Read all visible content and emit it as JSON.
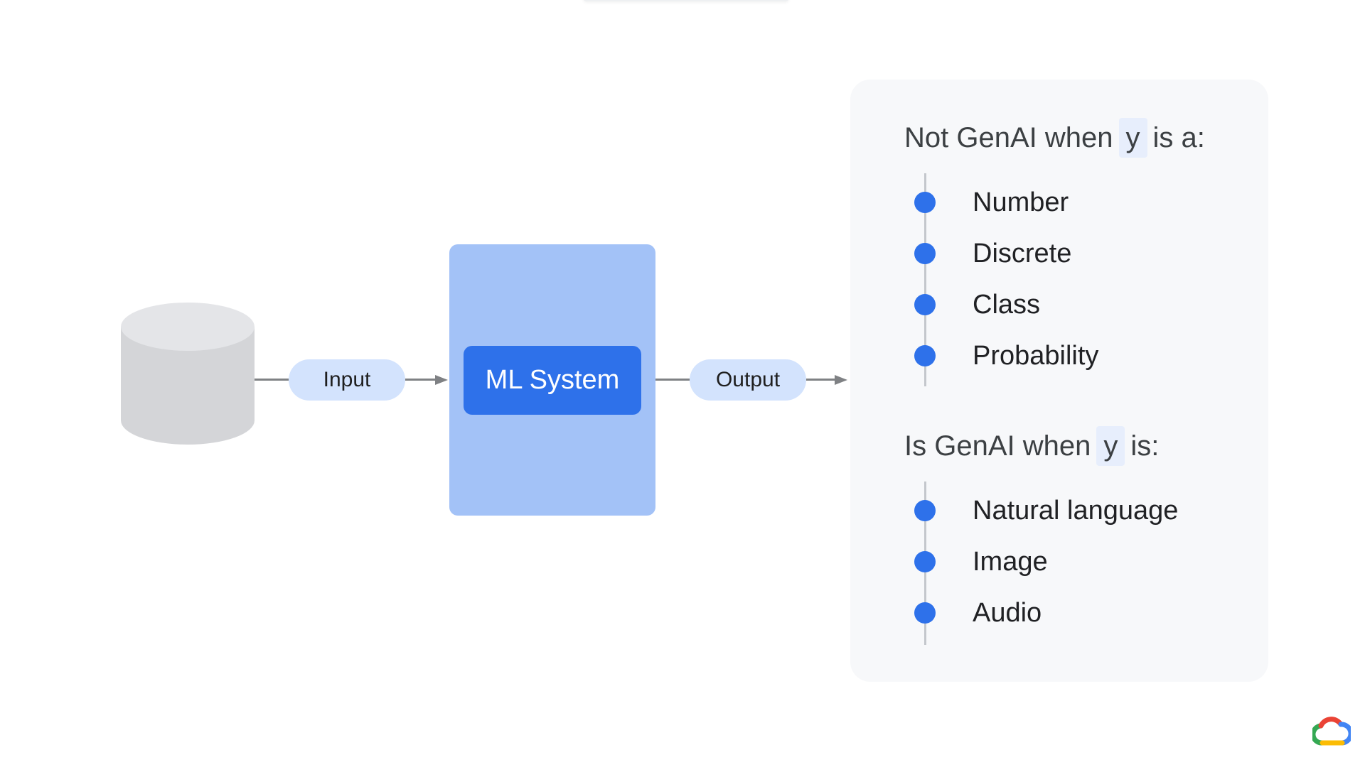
{
  "diagram": {
    "input_label": "Input",
    "system_label": "ML System",
    "output_label": "Output"
  },
  "panel": {
    "not_genai": {
      "heading_prefix": "Not GenAI when",
      "variable": "y",
      "heading_suffix": "is a:",
      "items": [
        "Number",
        "Discrete",
        "Class",
        "Probability"
      ]
    },
    "is_genai": {
      "heading_prefix": "Is GenAI when",
      "variable": "y",
      "heading_suffix": "is:",
      "items": [
        "Natural language",
        "Image",
        "Audio"
      ]
    }
  },
  "colors": {
    "accent_blue": "#2e71ea",
    "light_blue": "#a3c2f7",
    "pill_blue": "#d3e3fd",
    "panel_bg": "#f7f8fa",
    "database_gray": "#d4d5d8"
  },
  "icons": {
    "database": "database-icon",
    "logo": "google-cloud-logo-icon"
  }
}
